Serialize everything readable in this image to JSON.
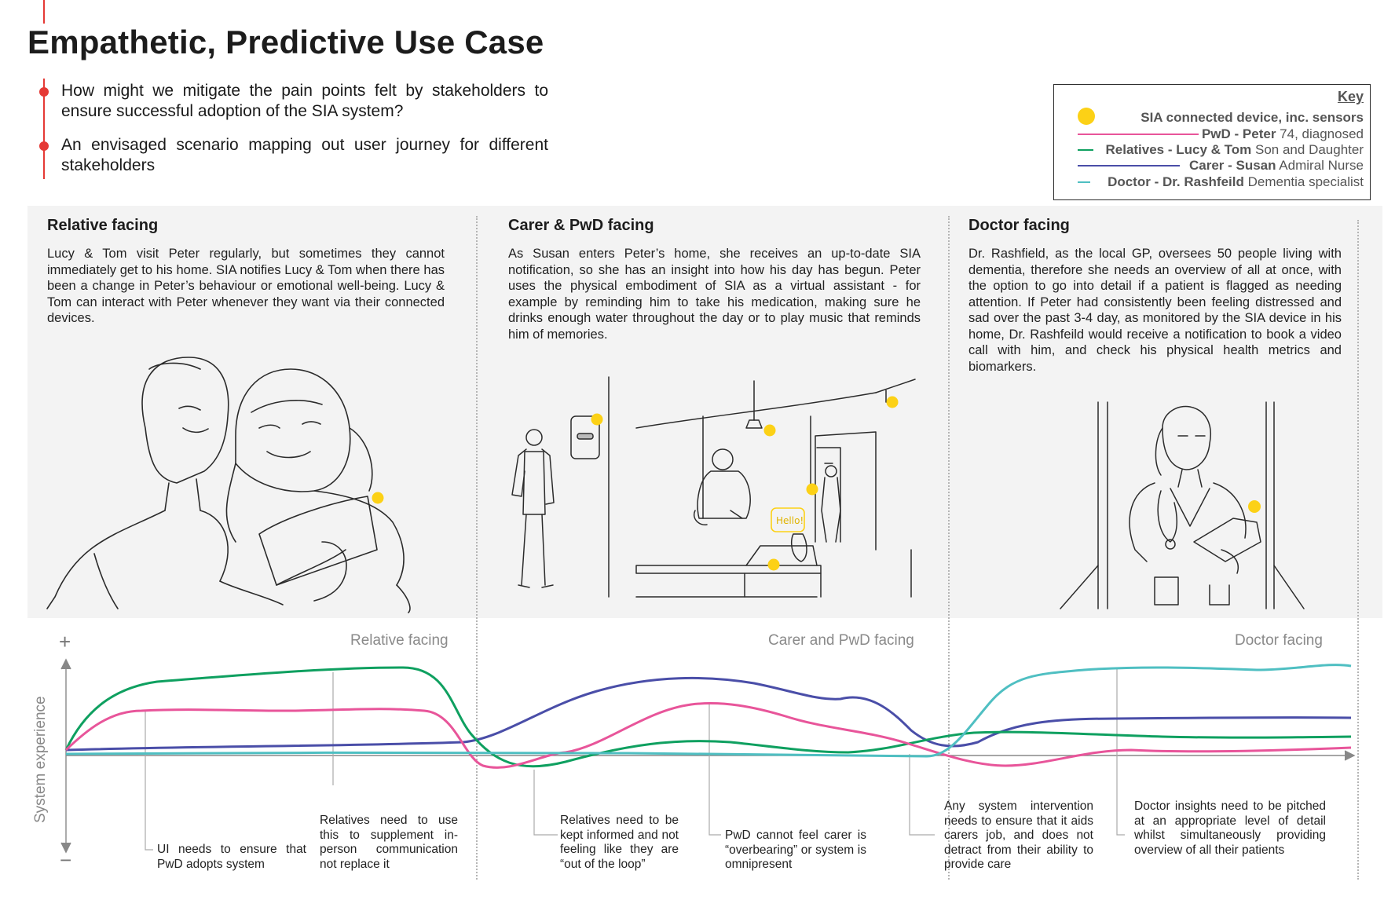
{
  "title": "Empathetic, Predictive Use Case",
  "bullets": [
    "How might we mitigate the pain points felt by stakeholders to ensure successful adoption of the SIA system?",
    "An envisaged scenario mapping out user journey for different stakeholders"
  ],
  "key": {
    "title": "Key",
    "rows": [
      {
        "bold": "SIA connected device, inc. sensors",
        "rest": "",
        "color": "#fcd116",
        "marker": "dot"
      },
      {
        "bold": "PwD - Peter",
        "rest": " 74, diagnosed",
        "color": "#e8559a",
        "marker": "line"
      },
      {
        "bold": "Relatives - Lucy & Tom",
        "rest": " Son and Daughter",
        "color": "#0fa060",
        "marker": "line"
      },
      {
        "bold": "Carer - Susan",
        "rest": " Admiral Nurse",
        "color": "#4a4ea8",
        "marker": "line"
      },
      {
        "bold": "Doctor - Dr. Rashfeild",
        "rest": " Dementia specialist",
        "color": "#4fbfc2",
        "marker": "line"
      }
    ]
  },
  "panels": [
    {
      "heading": "Relative facing",
      "text": "Lucy & Tom visit Peter regularly, but sometimes they cannot immediately get to his home. SIA notifies Lucy & Tom when there has been a change in Peter’s behaviour or emotional well-being. Lucy & Tom can interact with Peter whenever they want via their connected devices."
    },
    {
      "heading": "Carer & PwD facing",
      "text": "As Susan enters Peter’s home, she receives an up-to-date SIA notification, so she has an insight into how his day has begun. Peter uses the physical embodiment of SIA as a virtual assistant - for example by reminding him to take his medication, making sure he drinks enough water throughout the day or to play music that reminds him of memories.",
      "hello": "Hello!"
    },
    {
      "heading": "Doctor facing",
      "text": "Dr. Rashfield, as the local GP, oversees 50 people living with dementia, therefore she needs an overview of all at once, with the option to go into detail if a patient is flagged as needing attention. If Peter had consistently been feeling distressed and sad over the past 3-4 day, as monitored by the SIA device in his home, Dr. Rashfeild would receive a notification to book a video call with him, and check his physical health metrics and biomarkers."
    }
  ],
  "journey": {
    "axis_label": "System experience",
    "plus": "+",
    "minus": "−",
    "segments": [
      "Relative facing",
      "Carer and PwD facing",
      "Doctor facing"
    ],
    "annotations": [
      "UI needs to ensure that PwD adopts system",
      "Relatives need to use this to supplement in-person communication not replace it",
      "Relatives need to be kept informed and not feeling like they are “out of the loop”",
      "PwD cannot feel carer is “overbearing” or system is omnipresent",
      "Any system intervention needs to ensure that it aids carers job, and does not detract from their ability to provide care",
      "Doctor insights need to be pitched at an appropriate level of detail whilst simultaneously providing overview of all their patients"
    ]
  },
  "colors": {
    "pwd": "#e8559a",
    "relatives": "#0fa060",
    "carer": "#4a4ea8",
    "doctor": "#4fbfc2",
    "sensor": "#fcd116",
    "accent": "#e53935"
  }
}
